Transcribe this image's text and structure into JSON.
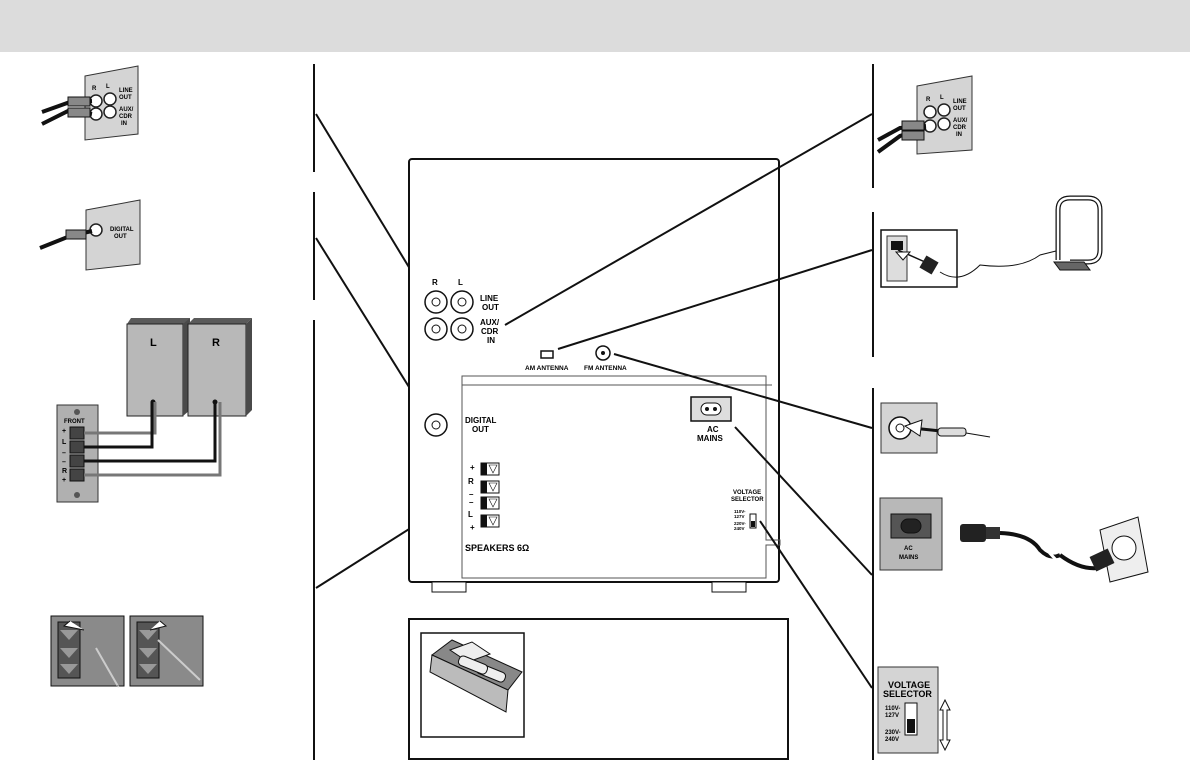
{
  "rear_panel": {
    "jack_r": "R",
    "jack_l": "L",
    "line_out": "LINE\nOUT",
    "line_out_l1": "LINE",
    "line_out_l2": "OUT",
    "aux_l1": "AUX/",
    "aux_l2": "CDR",
    "aux_l3": "IN",
    "am_antenna": "AM ANTENNA",
    "fm_antenna": "FM ANTENNA",
    "digital_out_l1": "DIGITAL",
    "digital_out_l2": "OUT",
    "ac_mains_l1": "AC",
    "ac_mains_l2": "MAINS",
    "voltage_l1": "VOLTAGE",
    "voltage_l2": "SELECTOR",
    "volt_110": "110V-",
    "volt_127": "127V",
    "volt_220": "220V-",
    "volt_240": "240V",
    "spk_plus_top": "+",
    "spk_r": "R",
    "spk_minus_r": "–",
    "spk_minus_l": "–",
    "spk_l": "L",
    "spk_plus_bottom": "+",
    "speakers": "SPEAKERS 6Ω"
  },
  "left_column": {
    "line_out_inset": {
      "r": "R",
      "l": "L",
      "line": "LINE",
      "out": "OUT",
      "aux": "AUX/",
      "cdr": "CDR",
      "in": "IN"
    },
    "digital_out_inset": {
      "digital": "DIGITAL",
      "out": "OUT"
    },
    "speaker_boxes": {
      "left": "L",
      "right": "R"
    },
    "terminal_plate": {
      "front": "FRONT",
      "plus1": "+",
      "l": "L",
      "minus1": "–",
      "minus2": "–",
      "r": "R",
      "plus2": "+"
    }
  },
  "right_column": {
    "aux_inset": {
      "r": "R",
      "l": "L",
      "line": "LINE",
      "out": "OUT",
      "aux": "AUX/",
      "cdr": "CDR",
      "in": "IN"
    },
    "ac_inset": {
      "ac": "AC",
      "mains": "MAINS"
    },
    "voltage_inset": {
      "voltage": "VOLTAGE",
      "selector": "SELECTOR",
      "v110": "110V-",
      "v127": "127V",
      "v230": "230V-",
      "v240": "240V"
    }
  },
  "colors": {
    "topbar": "#dcdcdc",
    "inset_panel": "#d4d4d4",
    "speaker_box": "#b8b8b8",
    "speaker_side": "#4a4a4a",
    "lines": "#111111"
  }
}
